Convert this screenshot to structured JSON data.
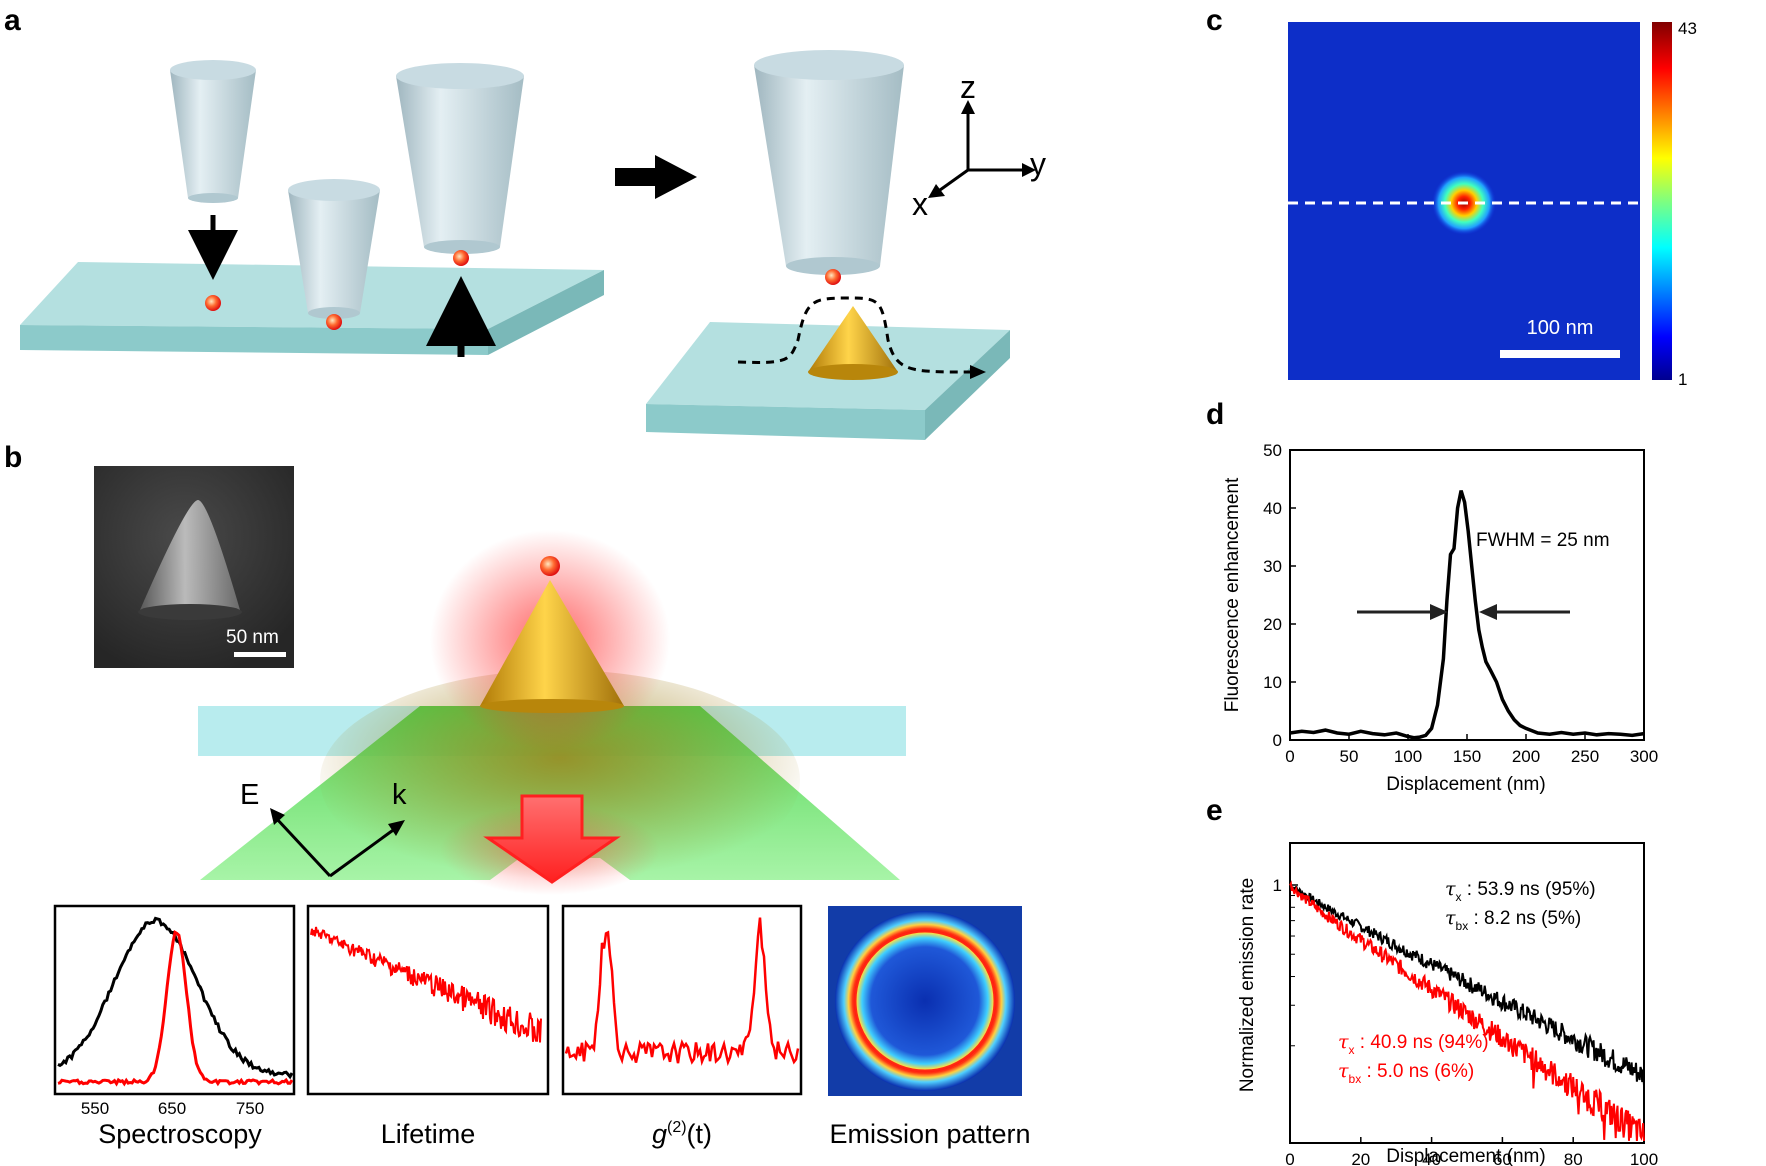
{
  "panels": {
    "a": "a",
    "b": "b",
    "c": "c",
    "d": "d",
    "e": "e"
  },
  "panel_a": {
    "axes": {
      "z": "z",
      "x": "x",
      "y": "y"
    }
  },
  "panel_b": {
    "sem_scale": "50 nm",
    "field_labels": {
      "E": "E",
      "k": "k"
    },
    "insets": {
      "spectroscopy": {
        "label": "Spectroscopy",
        "ticks": [
          "550",
          "650",
          "750"
        ]
      },
      "lifetime": {
        "label": "Lifetime"
      },
      "g2": {
        "label_prefix": "g",
        "label_sup": "(2)",
        "label_suffix": "(t)"
      },
      "emission": {
        "label": "Emission pattern"
      }
    }
  },
  "panel_c": {
    "scale_bar": "100 nm",
    "colorbar_max": "43",
    "colorbar_min": "1"
  },
  "panel_d": {
    "annotation": "FWHM = 25 nm"
  },
  "panel_e": {
    "black_legend": [
      {
        "symbol": "τ",
        "sub": "x",
        "text": " : 53.9 ns (95%)"
      },
      {
        "symbol": "τ",
        "sub": "bx",
        "text": " : 8.2 ns (5%)"
      }
    ],
    "red_legend": [
      {
        "symbol": "τ",
        "sub": "x",
        "text": " : 40.9 ns (94%)"
      },
      {
        "symbol": "τ",
        "sub": "bx",
        "text": " : 5.0 ns (6%)"
      }
    ]
  },
  "chart_data": [
    {
      "type": "line",
      "panel": "d",
      "xlabel": "Displacement (nm)",
      "ylabel": "Fluorescence enhancement",
      "xlim": [
        0,
        300
      ],
      "ylim": [
        0,
        50
      ],
      "xticks": [
        0,
        50,
        100,
        150,
        200,
        250,
        300
      ],
      "yticks": [
        0,
        10,
        20,
        30,
        40,
        50
      ],
      "x": [
        0,
        10,
        20,
        30,
        40,
        50,
        60,
        70,
        80,
        90,
        100,
        105,
        110,
        115,
        120,
        125,
        130,
        133,
        136,
        139,
        142,
        145,
        148,
        151,
        154,
        157,
        160,
        163,
        166,
        170,
        175,
        180,
        185,
        190,
        195,
        200,
        210,
        220,
        230,
        240,
        250,
        260,
        270,
        280,
        290,
        300
      ],
      "y": [
        1.2,
        1.5,
        1.3,
        1.7,
        1.2,
        1.0,
        1.5,
        1.1,
        0.9,
        1.2,
        0.6,
        0.4,
        0.5,
        0.8,
        2,
        6,
        14,
        24,
        32,
        33,
        40,
        43,
        41,
        36,
        30,
        24,
        19,
        16,
        13.5,
        12,
        10,
        7,
        5,
        3.5,
        2.5,
        2,
        1.2,
        1.0,
        1.3,
        1.0,
        1.2,
        0.9,
        1.1,
        1.0,
        0.8,
        1.1
      ]
    },
    {
      "type": "line",
      "panel": "e",
      "xlabel": "Displacement (nm)",
      "ylabel": "Normalized emission rate",
      "xlim": [
        0,
        100
      ],
      "yscale": "log",
      "ytick_labels": [
        "1"
      ],
      "xticks": [
        0,
        20,
        40,
        60,
        80,
        100
      ],
      "series": [
        {
          "color": "#000000",
          "components": [
            {
              "tau": 53.9,
              "weight": 0.95
            },
            {
              "tau": 8.2,
              "weight": 0.05
            }
          ]
        },
        {
          "color": "#ff0000",
          "components": [
            {
              "tau": 40.9,
              "weight": 0.94
            },
            {
              "tau": 5.0,
              "weight": 0.06
            }
          ]
        }
      ]
    }
  ],
  "colors": {
    "accent_red": "#ff0000",
    "gold": "#e8b21a",
    "glass": "#a8d8d8",
    "green_beam": "#4ddb4d"
  }
}
